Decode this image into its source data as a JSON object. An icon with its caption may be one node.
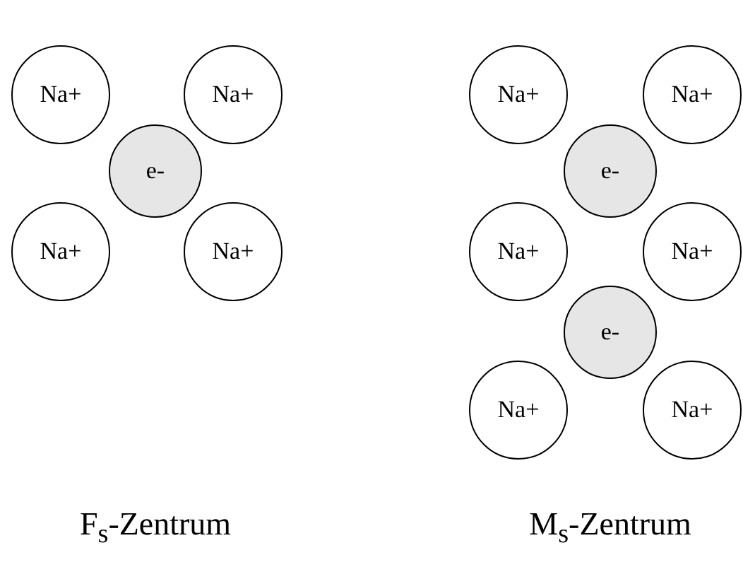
{
  "diagram": {
    "nodes": [
      {
        "text": [
          "Na+"
        ]
      },
      {
        "text": [
          "Na+"
        ]
      },
      {
        "text": [
          "e-"
        ]
      },
      {
        "text": [
          "Na+"
        ]
      },
      {
        "text": [
          "Na+"
        ]
      },
      {
        "text": [
          "Na+"
        ]
      },
      {
        "text": [
          "Na+"
        ]
      },
      {
        "text": [
          "e-"
        ]
      },
      {
        "text": [
          "Na+"
        ]
      },
      {
        "text": [
          "Na+"
        ]
      },
      {
        "text": [
          "e-"
        ]
      },
      {
        "text": [
          "Na+"
        ]
      },
      {
        "text": [
          "Na+"
        ]
      }
    ],
    "labels": [
      "F$_{s}$-Zentrum",
      "M$_{s}$-Zentrum"
    ]
  }
}
